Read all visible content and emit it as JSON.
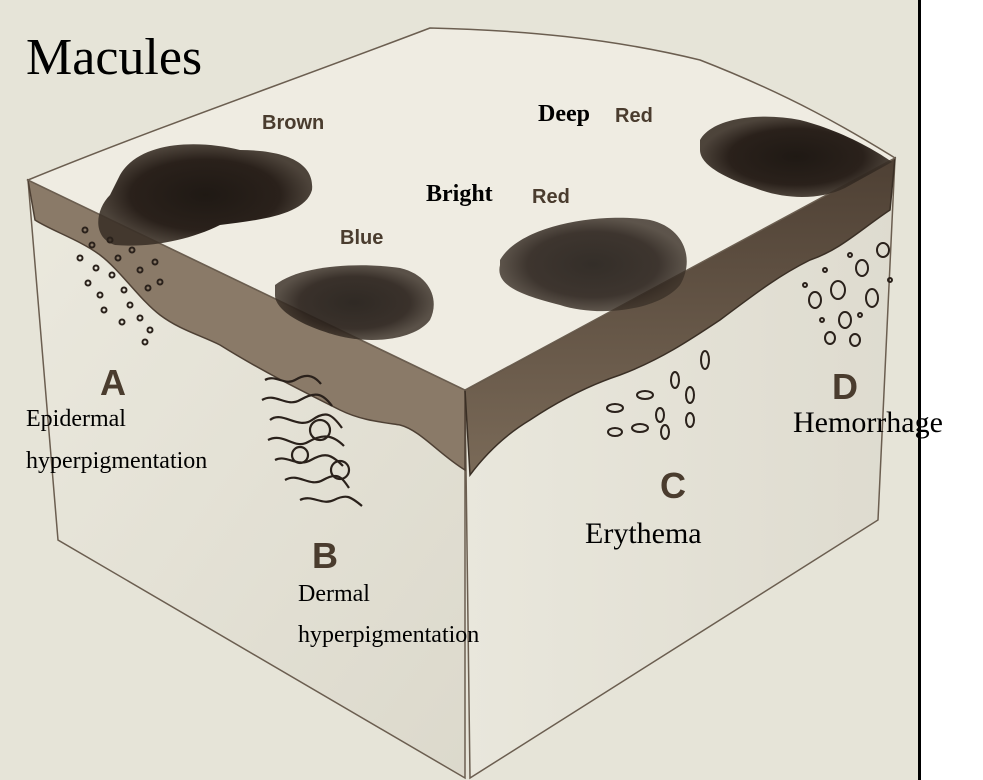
{
  "title": "Macules",
  "surface_labels": {
    "brown": "Brown",
    "blue": "Blue",
    "bright_red_a": "Bright",
    "bright_red_b": "Red",
    "deep_red_a": "Deep",
    "deep_red_b": "Red"
  },
  "layers": {
    "a": {
      "letter": "A",
      "line1": "Epidermal",
      "line2": "hyperpigmentation"
    },
    "b": {
      "letter": "B",
      "line1": "Dermal",
      "line2": "hyperpigmentation"
    },
    "c": {
      "letter": "C",
      "caption": "Erythema"
    },
    "d": {
      "letter": "D",
      "caption": "Hemorrhage"
    }
  },
  "colors": {
    "background": "#e6e4d8",
    "epidermis": "#6a5a4a",
    "pigment": "#2a211b",
    "label_brown": "#4a3c2e"
  }
}
